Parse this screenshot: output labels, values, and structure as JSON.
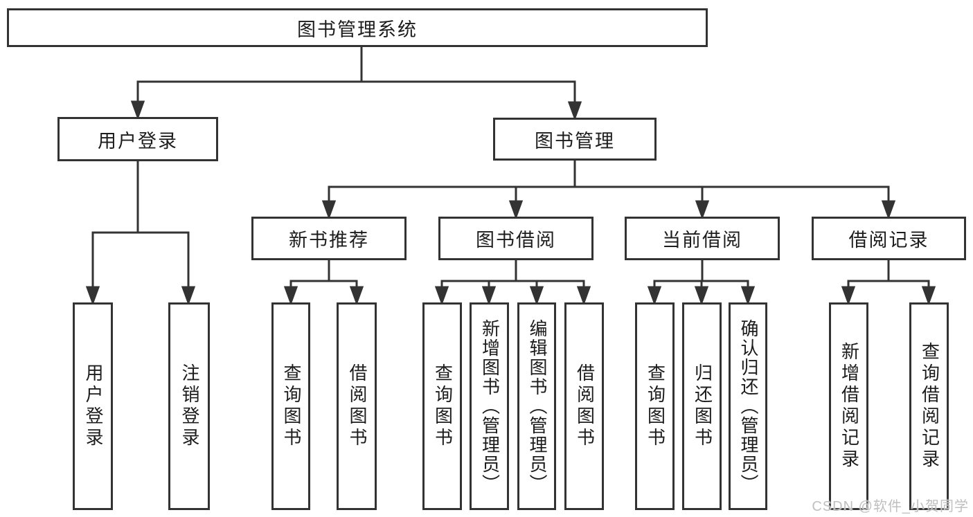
{
  "colors": {
    "background": "#ffffff",
    "line": "#333333",
    "box_border": "#333333",
    "text": "#1c1c1c",
    "watermark": "#bfbfbf"
  },
  "nodes": {
    "root": "图书管理系统",
    "level2": [
      "用户登录",
      "图书管理"
    ],
    "level3": [
      "新书推荐",
      "图书借阅",
      "当前借阅",
      "借阅记录"
    ],
    "leaves": [
      "用户登录",
      "注销登录",
      "查询图书",
      "借阅图书",
      "查询图书",
      "新增图书（管理员）",
      "编辑图书（管理员）",
      "借阅图书",
      "查询图书",
      "归还图书",
      "确认归还（管理员）",
      "新增借阅记录",
      "查询借阅记录"
    ]
  },
  "hierarchy": {
    "图书管理系统": [
      "用户登录",
      "图书管理"
    ],
    "用户登录": [
      "用户登录",
      "注销登录"
    ],
    "图书管理": [
      "新书推荐",
      "图书借阅",
      "当前借阅",
      "借阅记录"
    ],
    "新书推荐": [
      "查询图书",
      "借阅图书"
    ],
    "图书借阅": [
      "查询图书",
      "新增图书（管理员）",
      "编辑图书（管理员）",
      "借阅图书"
    ],
    "当前借阅": [
      "查询图书",
      "归还图书",
      "确认归还（管理员）"
    ],
    "借阅记录": [
      "新增借阅记录",
      "查询借阅记录"
    ]
  },
  "watermark": "CSDN @软件_小贺同学"
}
